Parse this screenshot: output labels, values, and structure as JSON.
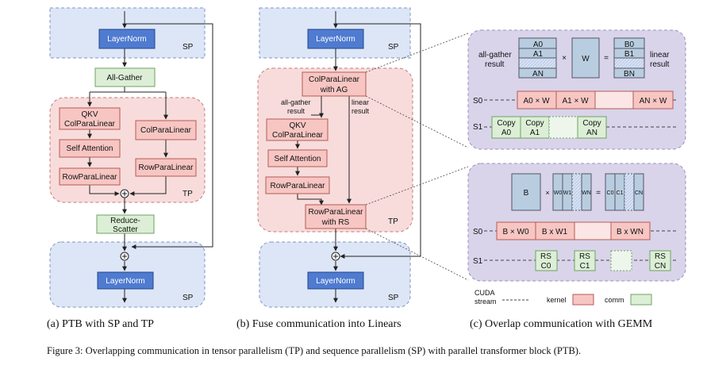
{
  "panel_a": {
    "layernorm_top": "LayerNorm",
    "sp_top": "SP",
    "all_gather": "All-Gather",
    "qkv_line1": "QKV",
    "qkv_line2": "ColParaLinear",
    "self_attention": "Self Attention",
    "row_para_left": "RowParaLinear",
    "col_para_right": "ColParaLinear",
    "row_para_right": "RowParaLinear",
    "tp": "TP",
    "reduce_line1": "Reduce-",
    "reduce_line2": "Scatter",
    "layernorm_bottom": "LayerNorm",
    "sp_bottom": "SP",
    "caption": "(a) PTB with SP and TP"
  },
  "panel_b": {
    "layernorm_top": "LayerNorm",
    "sp_top": "SP",
    "col_ag_line1": "ColParaLinear",
    "col_ag_line2": "with AG",
    "all_gather_result_line1": "all-gather",
    "all_gather_result_line2": "result",
    "linear_result_line1": "linear",
    "linear_result_line2": "result",
    "qkv_line1": "QKV",
    "qkv_line2": "ColParaLinear",
    "self_attention": "Self Attention",
    "row_para": "RowParaLinear",
    "row_rs_line1": "RowParaLinear",
    "row_rs_line2": "with RS",
    "tp": "TP",
    "layernorm_bottom": "LayerNorm",
    "sp_bottom": "SP",
    "caption": "(b) Fuse communication into Linears"
  },
  "panel_c": {
    "top": {
      "ag_result_line1": "all-gather",
      "ag_result_line2": "result",
      "a_blocks": [
        "A0",
        "A1",
        "AN"
      ],
      "times": "×",
      "w": "W",
      "equals": "=",
      "b_blocks": [
        "B0",
        "B1",
        "BN"
      ],
      "linear_result_line1": "linear",
      "linear_result_line2": "result",
      "s0": "S0",
      "s0_kernels": [
        "A0 × W",
        "A1 × W",
        "AN × W"
      ],
      "s1": "S1",
      "copy_label": "Copy",
      "copy_parts": [
        "A0",
        "A1",
        "AN"
      ]
    },
    "bottom": {
      "b": "B",
      "times": "×",
      "w_blocks": [
        "W0",
        "W1",
        "WN"
      ],
      "equals": "=",
      "c_blocks": [
        "C0",
        "C1",
        "CN"
      ],
      "s0": "S0",
      "s0_kernels": [
        "B × W0",
        "B x W1",
        "B x WN"
      ],
      "s1": "S1",
      "rs_label": "RS",
      "rs_parts": [
        "C0",
        "C1",
        "CN"
      ]
    },
    "legend": {
      "cuda_line1": "CUDA",
      "cuda_line2": "stream",
      "kernel": "kernel",
      "comm": "comm"
    },
    "caption": "(c) Overlap communication with GEMM"
  },
  "figure_caption": "Figure 3: Overlapping communication in tensor parallelism (TP) and sequence parallelism (SP) with parallel transformer block (PTB).",
  "colors": {
    "sp_region": "#dde6f7",
    "tp_region": "#f8dcdc",
    "layernorm_blue": "#4f7bd0",
    "kernel_pink": "#f7c6c3",
    "comm_green": "#dcefd6",
    "zoom_purple": "#d9d4ea",
    "matrix_blue": "#b9cde0"
  }
}
